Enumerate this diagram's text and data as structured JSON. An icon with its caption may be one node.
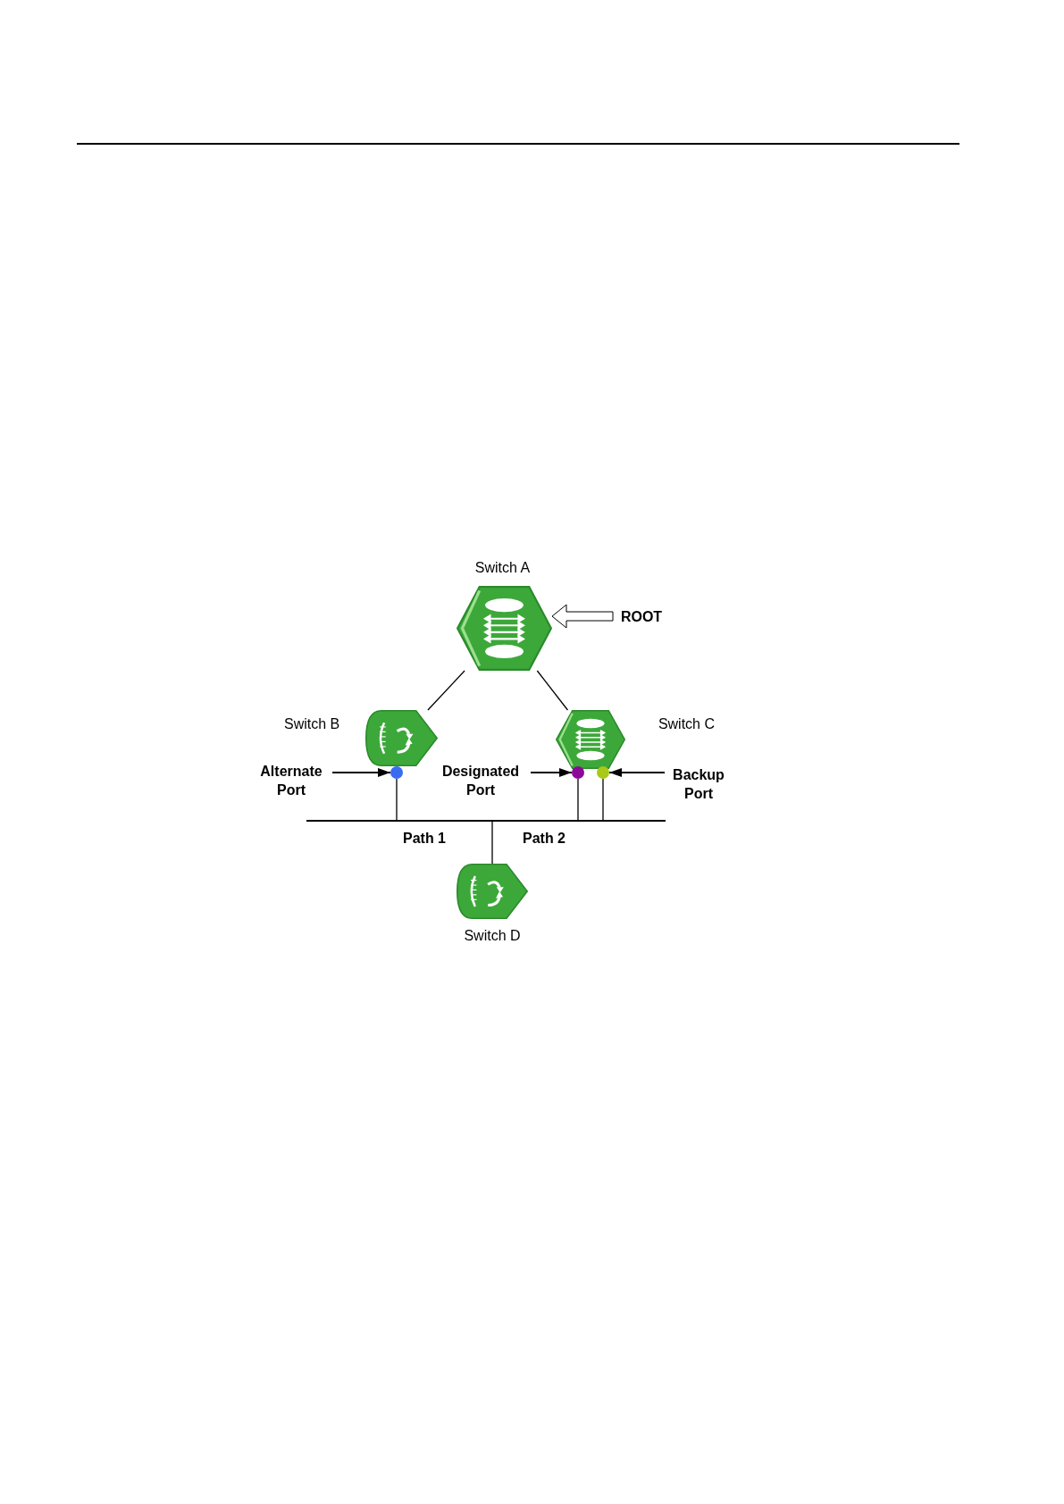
{
  "diagram": {
    "nodes": [
      {
        "text": [
          "Switch A"
        ]
      },
      {
        "text": [
          "ROOT"
        ]
      },
      {
        "text": [
          "Switch B"
        ]
      },
      {
        "text": [
          "Switch C"
        ]
      },
      {
        "text": [],
        "shape": "circle"
      },
      {
        "text": [],
        "shape": "circle"
      },
      {
        "text": [],
        "shape": "circle"
      },
      {
        "text": [
          "Alternate Port"
        ]
      },
      {
        "text": [
          "Designated Port"
        ]
      },
      {
        "text": [
          "Backup Port"
        ]
      },
      {
        "text": [],
        "shape": "bar"
      },
      {
        "text": [
          "Switch D"
        ]
      }
    ],
    "edges": [
      {
        "from": 0,
        "to": 2,
        "arrow": "none"
      },
      {
        "from": 0,
        "to": 3,
        "arrow": "none"
      },
      {
        "from": 1,
        "to": 0,
        "arrow": "to",
        "style": "thick"
      },
      {
        "from": 7,
        "to": 4,
        "arrow": "to"
      },
      {
        "from": 8,
        "to": 5,
        "arrow": "to"
      },
      {
        "from": 9,
        "to": 6,
        "arrow": "to"
      },
      {
        "from": 4,
        "to": 10,
        "arrow": "none"
      },
      {
        "from": 5,
        "to": 10,
        "arrow": "none"
      },
      {
        "from": 6,
        "to": 10,
        "arrow": "none"
      },
      {
        "from": 10,
        "to": 11,
        "arrow": "none"
      }
    ],
    "labels": [
      "Path 1",
      "Path 2"
    ]
  }
}
